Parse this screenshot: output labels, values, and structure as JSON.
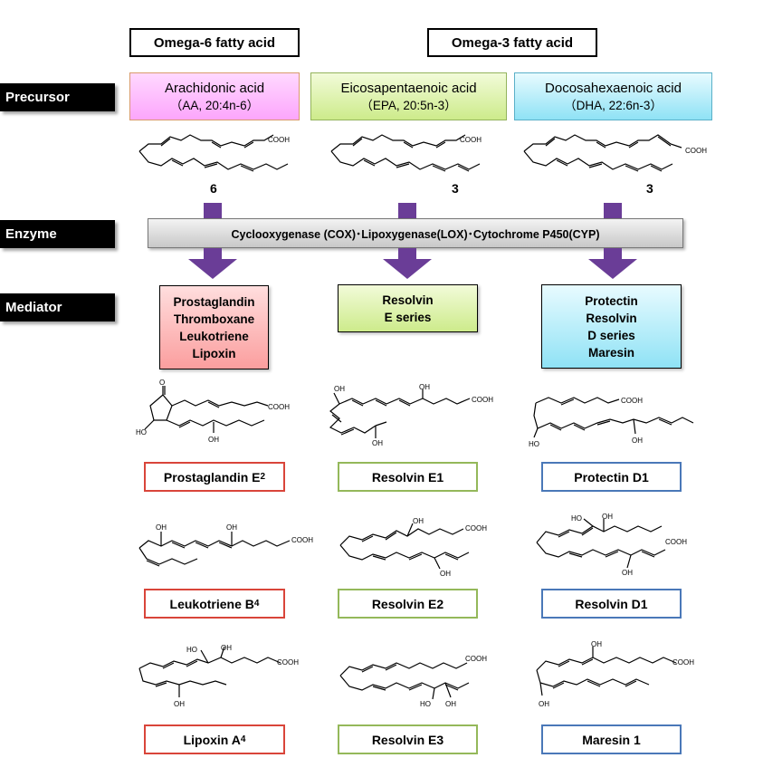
{
  "headers": {
    "omega6": "Omega-6 fatty acid",
    "omega3": "Omega-3 fatty acid"
  },
  "row_labels": {
    "precursor": "Precursor",
    "enzyme": "Enzyme",
    "mediator": "Mediator"
  },
  "precursors": [
    {
      "name": "Arachidonic acid",
      "abbr": "（AA, 20:4n-6）",
      "omega_number": "6"
    },
    {
      "name": "Eicosapentaenoic acid",
      "abbr": "（EPA, 20:5n-3）",
      "omega_number": "3"
    },
    {
      "name": "Docosahexaenoic acid",
      "abbr": "（DHA, 22:6n-3）",
      "omega_number": "3"
    }
  ],
  "enzyme_text": "Cyclooxygenase (COX)･Lipoxygenase(LOX)･Cytochrome P450(CYP)",
  "mediators": [
    [
      "Prostaglandin",
      "Thromboxane",
      "Leukotriene",
      "Lipoxin"
    ],
    [
      "Resolvin",
      "E series"
    ],
    [
      "Protectin",
      "Resolvin",
      "D series",
      "Maresin"
    ]
  ],
  "compounds": {
    "pge2": {
      "name": "Prostaglandin E",
      "sub": "2"
    },
    "rve1": {
      "name": "Resolvin E1"
    },
    "pd1": {
      "name": "Protectin D1"
    },
    "ltb4": {
      "name": "Leukotriene B",
      "sub": "4"
    },
    "rve2": {
      "name": "Resolvin E2"
    },
    "rvd1": {
      "name": "Resolvin D1"
    },
    "lxa4": {
      "name": "Lipoxin A",
      "sub": "4"
    },
    "rve3": {
      "name": "Resolvin E3"
    },
    "mar1": {
      "name": "Maresin 1"
    }
  },
  "chem_labels": {
    "cooh": "COOH",
    "oh": "OH",
    "ho": "HO",
    "o": "O"
  },
  "colors": {
    "arrow": "#6a3d97",
    "label_bg": "#000000",
    "red_border": "#d9453a",
    "green_border": "#94b85a",
    "blue_border": "#4a78b8"
  }
}
